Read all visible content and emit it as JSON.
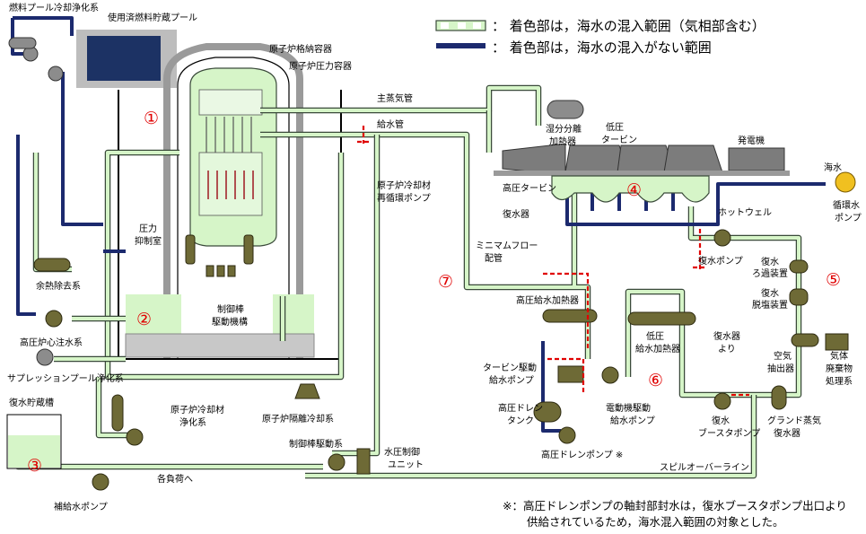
{
  "legend": {
    "sea_water_text": "： 着色部は，海水の混入範囲（気相部含む）",
    "no_sea_water_text": "： 着色部は，海水の混入がない範囲"
  },
  "labels": {
    "fuel_pool_cleanup": "燃料プール冷却浄化系",
    "spent_fuel_pool": "使用済燃料貯蔵プール",
    "containment": "原子炉格納容器",
    "pressure_vessel": "原子炉圧力容器",
    "main_steam": "主蒸気管",
    "feedwater": "給水管",
    "rec_pump_1": "原子炉冷却材",
    "rec_pump_2": "再循環ポンプ",
    "suppression_1": "圧力",
    "suppression_2": "抑制室",
    "rhr": "余熱除去系",
    "hpcs": "高圧炉心注水系",
    "spcu": "サプレッションプール浄化系",
    "crd_1": "制御棒",
    "crd_2": "駆動機構",
    "cuw_1": "原子炉冷却材",
    "cuw_2": "浄化系",
    "rcic": "原子炉隔離冷却系",
    "crd_drive": "制御棒駆動系",
    "hcu_1": "水圧制御",
    "hcu_2": "ユニット",
    "cst": "復水貯蔵槽",
    "makeup_pump": "補給水ポンプ",
    "loads": "各負荷へ",
    "msr_1": "湿分分離",
    "msr_2": "加熱器",
    "lp_turbine_1": "低圧",
    "lp_turbine_2": "タービン",
    "generator": "発電機",
    "hp_turbine": "高圧タービン",
    "condenser": "復水器",
    "hotwell": "ホットウェル",
    "seawater": "海水",
    "cw_pump_1": "循環水",
    "cw_pump_2": "ポンプ",
    "min_flow_1": "ミニマムフロー",
    "min_flow_2": "配管",
    "cond_pump": "復水ポンプ",
    "cond_filter_1": "復水",
    "cond_filter_2": "ろ過装置",
    "cond_demin_1": "復水",
    "cond_demin_2": "脱塩装置",
    "hp_heater": "高圧給水加熱器",
    "lp_heater_1": "低圧",
    "lp_heater_2": "給水加熱器",
    "from_condenser_1": "復水器",
    "from_condenser_2": "より",
    "air_ejector_1": "空気",
    "air_ejector_2": "抽出器",
    "offgas_1": "気体",
    "offgas_2": "廃棄物",
    "offgas_3": "処理系",
    "tdrfp_1": "タービン駆動",
    "tdrfp_2": "給水ポンプ",
    "mdrfp_1": "電動機駆動",
    "mdrfp_2": "給水ポンプ",
    "hp_drain_tank_1": "高圧ドレン",
    "hp_drain_tank_2": "タンク",
    "hp_drain_pump": "高圧ドレンポンプ ※",
    "cond_booster_1": "復水",
    "cond_booster_2": "ブースタポンプ",
    "gland_1": "グランド蒸気",
    "gland_2": "復水器",
    "spillover": "スピルオーバーライン"
  },
  "numbers": [
    "①",
    "②",
    "③",
    "④",
    "⑤",
    "⑥",
    "⑦"
  ],
  "note": {
    "line1": "※：高圧ドレンポンプの軸封部封水は，復水ブースタポンプ出口より",
    "line2": "供給されているため，海水混入範囲の対象とした。"
  },
  "colors": {
    "seawater_fill": "#d6f5c8",
    "no_seawater": "#1c2a6e",
    "equipment_olive": "#6e6a36",
    "marker_red": "#e00000"
  }
}
